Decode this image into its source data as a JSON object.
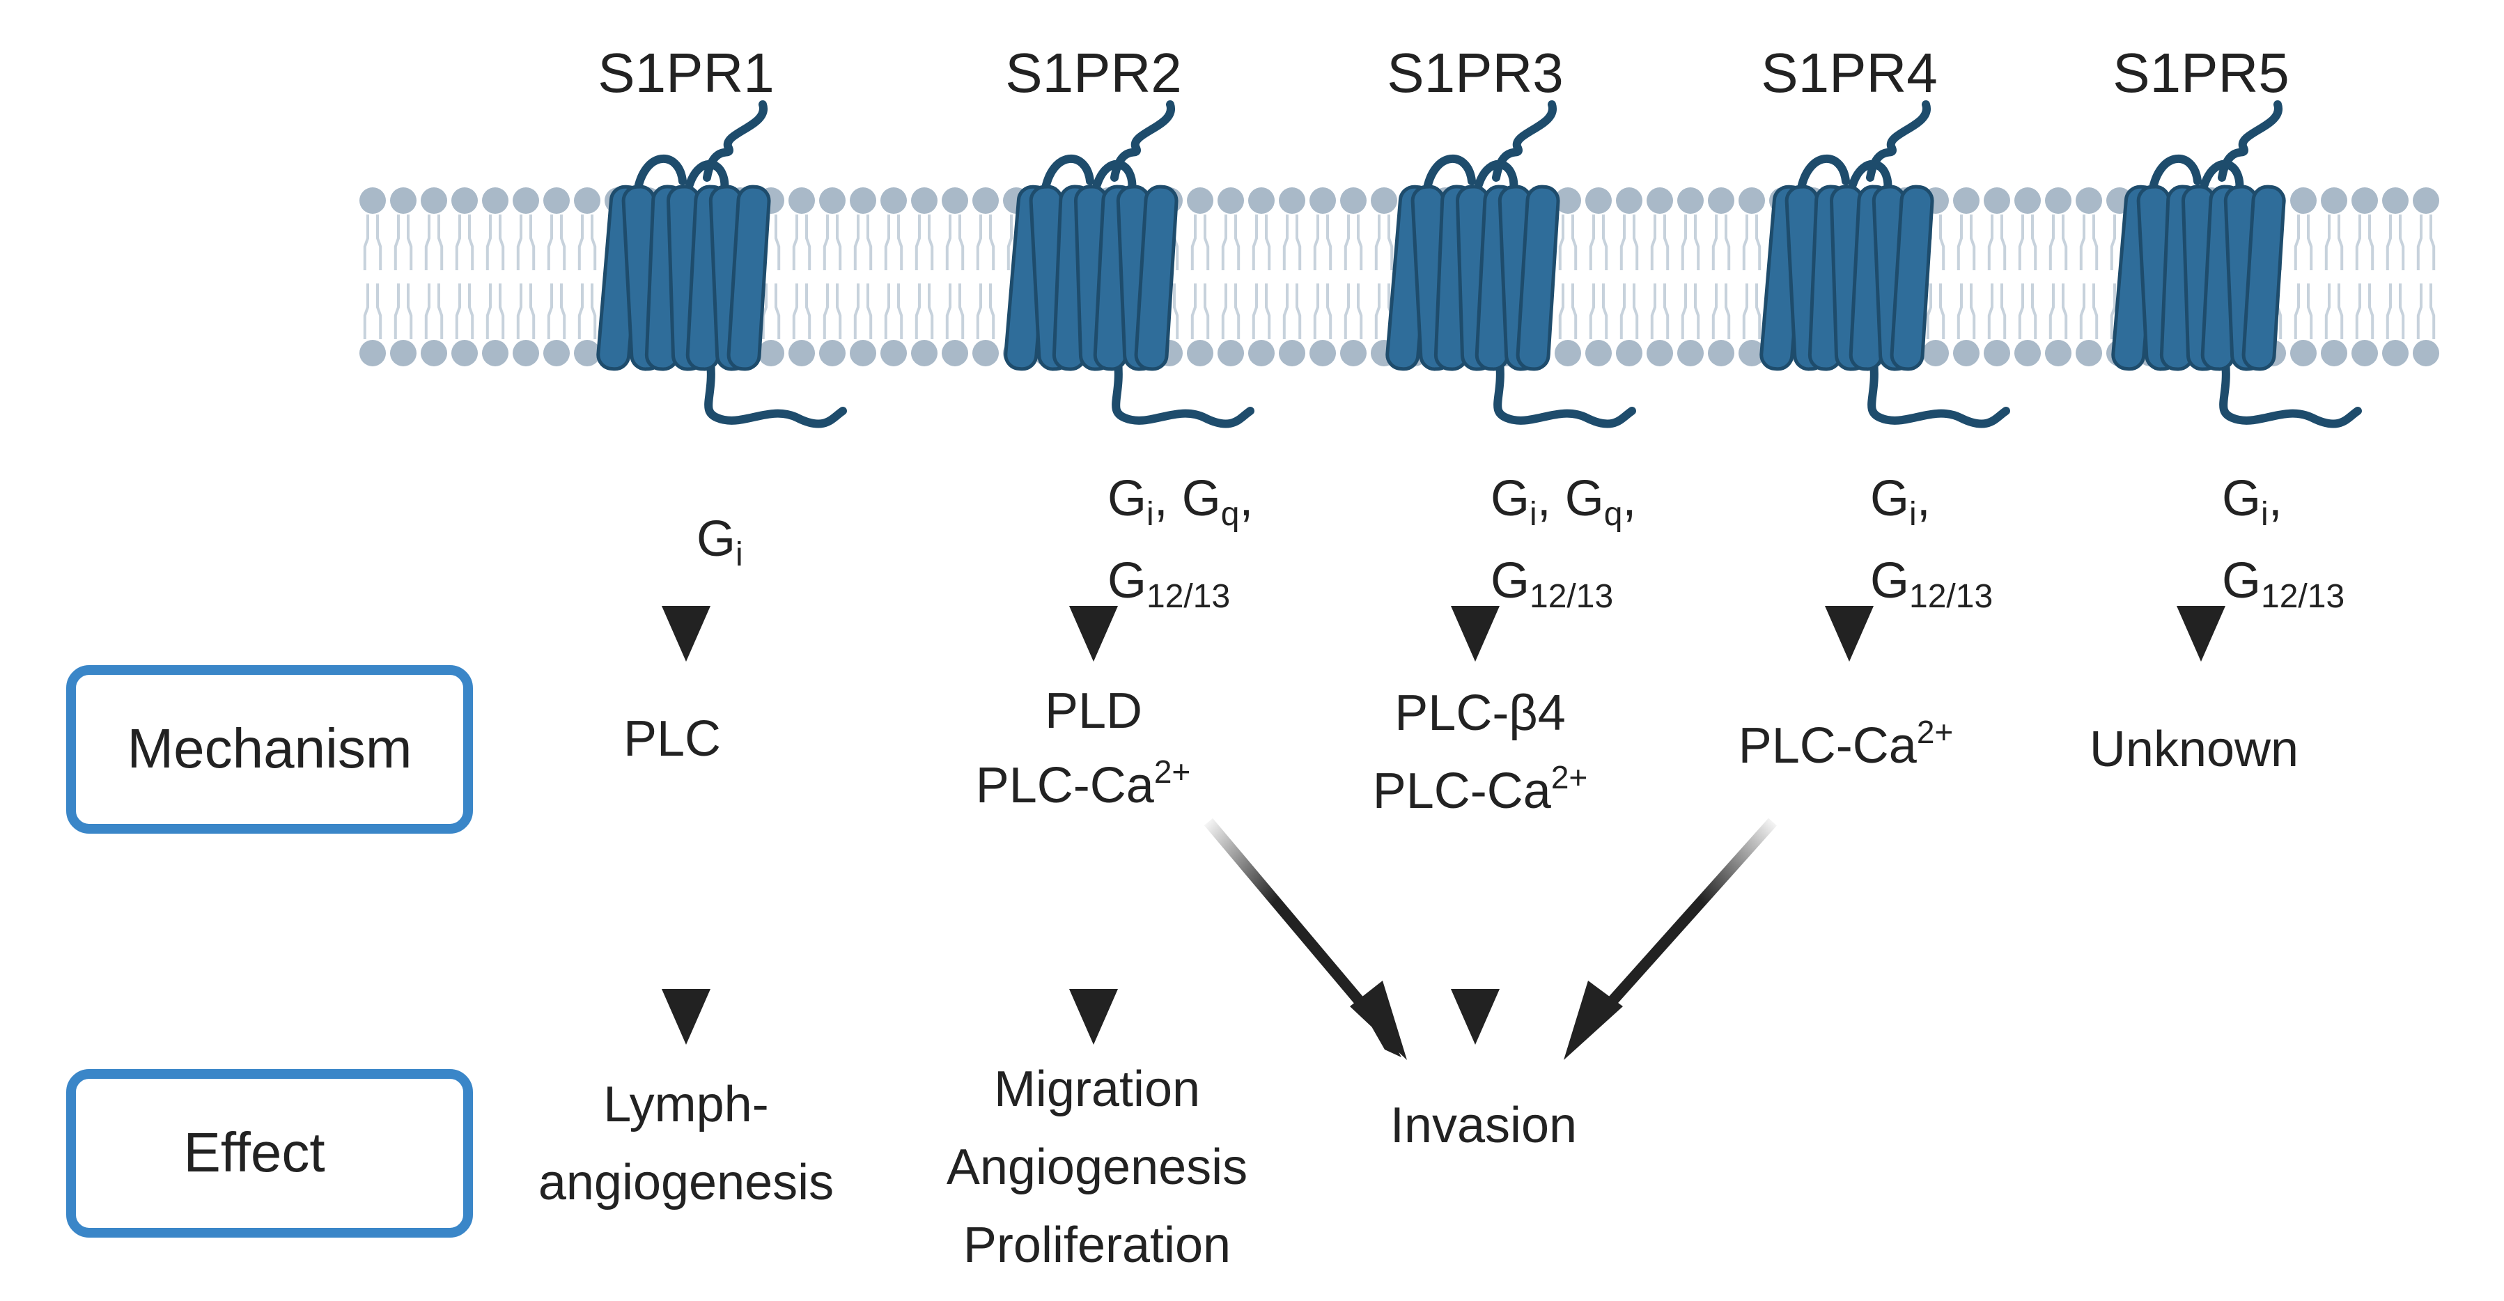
{
  "colors": {
    "receptor": "#2f6d9a",
    "receptor_dark": "#1e4c6c",
    "membrane_head": "#a9b9c8",
    "membrane_tail": "#c7d2dc",
    "arrow": "#222222",
    "row_box_border": "#3a86c8",
    "text": "#222222"
  },
  "receptors": [
    {
      "label": "S1PR1",
      "icon": "gpcr-7tm-receptor-icon"
    },
    {
      "label": "S1PR2",
      "icon": "gpcr-7tm-receptor-icon"
    },
    {
      "label": "S1PR3",
      "icon": "gpcr-7tm-receptor-icon"
    },
    {
      "label": "S1PR4",
      "icon": "gpcr-7tm-receptor-icon"
    },
    {
      "label": "S1PR5",
      "icon": "gpcr-7tm-receptor-icon"
    }
  ],
  "rows": {
    "mechanism": "Mechanism",
    "effect": "Effect"
  },
  "g_proteins": {
    "s1pr1": {
      "g1": "G",
      "s1": "i"
    },
    "s1pr2": {
      "g1": "G",
      "s1": "i",
      "sep1": ", ",
      "g2": "G",
      "s2": "q",
      "sep2": ",",
      "g3": "G",
      "s3": "12/13"
    },
    "s1pr3": {
      "g1": "G",
      "s1": "i",
      "sep1": ", ",
      "g2": "G",
      "s2": "q",
      "sep2": ",",
      "g3": "G",
      "s3": "12/13"
    },
    "s1pr4": {
      "g1": "G",
      "s1": "i",
      "sep1": ",",
      "g3": "G",
      "s3": "12/13"
    },
    "s1pr5": {
      "g1": "G",
      "s1": "i",
      "sep1": ",",
      "g3": "G",
      "s3": "12/13"
    }
  },
  "mechanisms": {
    "s1pr1": {
      "line1": "PLC"
    },
    "s1pr2": {
      "line1": "PLD",
      "line2": "PLC-Ca",
      "line2_sup": "2+"
    },
    "s1pr3": {
      "line1": "PLC-β4",
      "line2": "PLC-Ca",
      "line2_sup": "2+"
    },
    "s1pr4": {
      "line1": "PLC-Ca",
      "line1_sup": "2+"
    },
    "s1pr5": {
      "line1": "Unknown"
    }
  },
  "effects": {
    "lymph": [
      "Lymph-",
      "angiogenesis"
    ],
    "migration": [
      "Migration",
      "Angiogenesis",
      "Proliferation"
    ],
    "invasion": "Invasion"
  }
}
